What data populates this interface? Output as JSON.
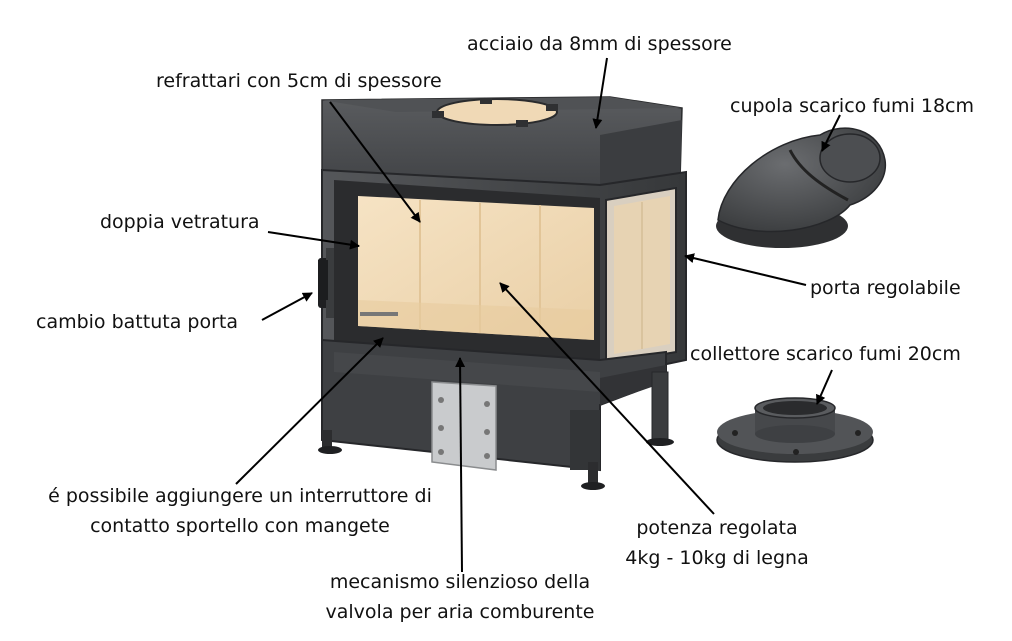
{
  "labels": {
    "steel": "acciaio da 8mm di spessore",
    "refractory": "refrattari con 5cm di spessore",
    "dome": "cupola scarico fumi 18cm",
    "glazing": "doppia vetratura",
    "door_adjustable": "porta regolabile",
    "door_swap": "cambio battuta porta",
    "collector": "collettore scarico fumi 20cm",
    "switch_line1": "é possibile aggiungere un interruttore di",
    "switch_line2": "contatto sportello con mangete",
    "power_line1": "potenza regolata",
    "power_line2": "4kg - 10kg di legna",
    "valve_line1": "mecanismo silenzioso della",
    "valve_line2": "valvola per aria comburente"
  },
  "colors": {
    "body": "#4a4c4f",
    "body_dark": "#2f3032",
    "firebrick": "#f1d9b3",
    "firebrick_shade": "#e6c99c",
    "bracket": "#c9cbcd",
    "text": "#111111"
  }
}
